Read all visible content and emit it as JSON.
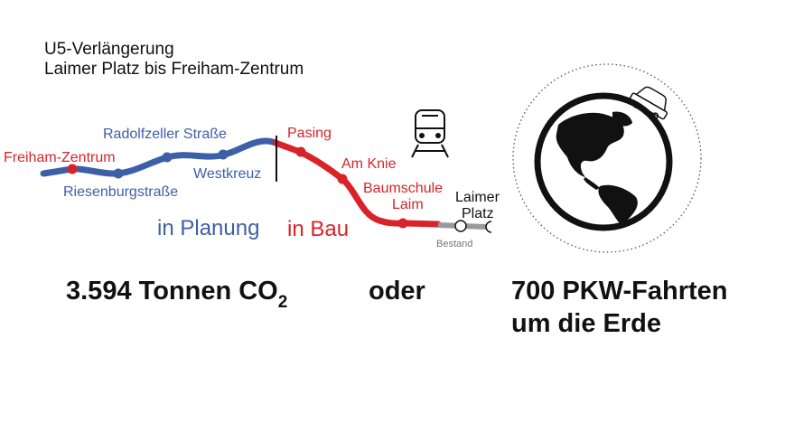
{
  "header": {
    "line1": "U5-Verlängerung",
    "line2": "Laimer Platz bis Freiham-Zentrum"
  },
  "stations": {
    "freiham": "Freiham-Zentrum",
    "riesenburg": "Riesenburgstraße",
    "radolfzeller": "Radolfzeller Straße",
    "westkreuz": "Westkreuz",
    "pasing": "Pasing",
    "amknie": "Am Knie",
    "baumschule1": "Baumschule",
    "baumschule2": "Laim",
    "laimer1": "Laimer",
    "laimer2": "Platz"
  },
  "legend": {
    "planning": "in Planung",
    "construction": "in Bau",
    "existing": "Bestand"
  },
  "stats": {
    "co2_main": "3.594 Tonnen CO",
    "co2_sub": "2",
    "or": "oder",
    "trips1": "700 PKW-Fahrten",
    "trips2": "um die Erde"
  },
  "colors": {
    "planning": "#3d5fa8",
    "construction": "#d8232a",
    "existing": "#9a9a9a"
  },
  "icons": [
    "train-icon",
    "car-icon",
    "globe-icon"
  ]
}
